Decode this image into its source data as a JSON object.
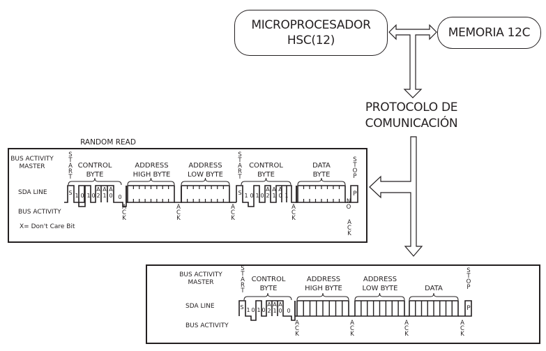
{
  "top": {
    "microprocessor": {
      "line1": "MICROPROCESADOR",
      "line2": "HSC(12)"
    },
    "memory": "MEMORIA 12C",
    "protocol": {
      "line1": "PROTOCOLO DE",
      "line2": "COMUNICACIÓN"
    }
  },
  "random_read": {
    "title": "RANDOM READ",
    "row_labels": {
      "master": "BUS ACTIVITY\nMASTER",
      "sda": "SDA LINE",
      "bus": "BUS ACTIVITY"
    },
    "note": "X= Don't Care Bit",
    "start_label": "START",
    "stop_label": "STOP",
    "groups": [
      {
        "label1": "CONTROL",
        "label2": "BYTE"
      },
      {
        "label1": "ADDRESS",
        "label2": "HIGH BYTE"
      },
      {
        "label1": "ADDRESS",
        "label2": "LOW BYTE"
      },
      {
        "label1": "CONTROL",
        "label2": "BYTE"
      },
      {
        "label1": "DATA",
        "label2": "BYTE"
      }
    ],
    "control_bits_1": [
      "S",
      "1",
      "0",
      "1",
      "0",
      "A2",
      "A1",
      "A0",
      "0"
    ],
    "control_bits_2": [
      "S",
      "1",
      "0",
      "1",
      "0",
      "A2",
      "A1",
      "A0",
      "1"
    ],
    "stop_bit": "P",
    "ack": "ACK",
    "no_ack": {
      "no": "NO",
      "ack": "ACK"
    }
  },
  "byte_write": {
    "row_labels": {
      "master": "BUS ACTIVITY\nMASTER",
      "sda": "SDA LINE",
      "bus": "BUS ACTIVITY"
    },
    "start_label": "START",
    "stop_label": "STOP",
    "groups": [
      {
        "label1": "CONTROL",
        "label2": "BYTE"
      },
      {
        "label1": "ADDRESS",
        "label2": "HIGH BYTE"
      },
      {
        "label1": "ADDRESS",
        "label2": "LOW BYTE"
      },
      {
        "label1": "",
        "label2": "DATA"
      }
    ],
    "control_bits": [
      "S",
      "1",
      "0",
      "1",
      "0",
      "A2",
      "A1",
      "A0",
      "0"
    ],
    "stop_bit": "P",
    "ack": "ACK"
  }
}
